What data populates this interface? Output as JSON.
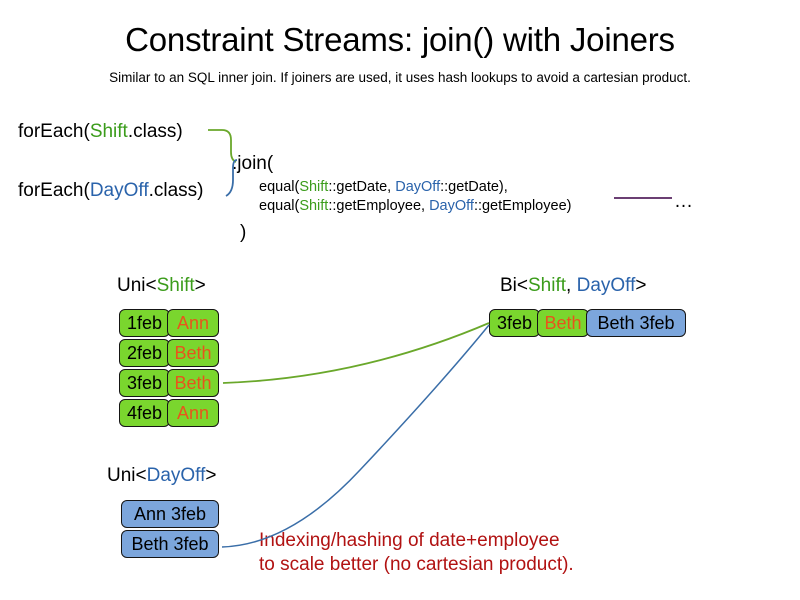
{
  "header": {
    "title": "Constraint Streams: join() with Joiners",
    "subtitle": "Similar to an SQL inner join. If joiners are used, it uses hash lookups to avoid a cartesian product."
  },
  "code": {
    "foreach_shift": {
      "prefix": "forEach(",
      "type": "Shift",
      "suffix": ".class)"
    },
    "foreach_dayoff": {
      "prefix": "forEach(",
      "type": "DayOff",
      "suffix": ".class)"
    },
    "join_open": ".join(",
    "join_close": ")",
    "joiners": [
      {
        "prefix": "equal(",
        "left_type": "Shift",
        "left_method": "::getDate, ",
        "right_type": "DayOff",
        "right_method": "::getDate),"
      },
      {
        "prefix": "equal(",
        "left_type": "Shift",
        "left_method": "::getEmployee, ",
        "right_type": "DayOff",
        "right_method": "::getEmployee)"
      }
    ],
    "ellipsis": "…"
  },
  "streams": {
    "uni_shift": {
      "label_prefix": "Uni<",
      "label_type": "Shift",
      "label_suffix": ">",
      "rows": [
        {
          "date": "1feb",
          "name": "Ann"
        },
        {
          "date": "2feb",
          "name": "Beth"
        },
        {
          "date": "3feb",
          "name": "Beth"
        },
        {
          "date": "4feb",
          "name": "Ann"
        }
      ]
    },
    "uni_dayoff": {
      "label_prefix": "Uni<",
      "label_type": "DayOff",
      "label_suffix": ">",
      "rows": [
        {
          "pair": "Ann 3feb"
        },
        {
          "pair": "Beth 3feb"
        }
      ]
    },
    "bi": {
      "label_prefix": "Bi<",
      "label_type_a": "Shift",
      "label_separator": ", ",
      "label_type_b": "DayOff",
      "label_suffix": ">",
      "rows": [
        {
          "date": "3feb",
          "name": "Beth",
          "pair": "Beth 3feb"
        }
      ]
    }
  },
  "annotation": {
    "line1": "Indexing/hashing of date+employee",
    "line2": "to scale better (no cartesian product)."
  },
  "colors": {
    "shift_green": "#3b9c1b",
    "dayoff_blue": "#2a63ab",
    "box_green_fill": "#7ad62e",
    "box_blue_fill": "#7ca6dc",
    "name_orange": "#e8551c",
    "annotation_red": "#b11212",
    "connector_green": "#6aa82b",
    "connector_blue": "#3a6ea8",
    "rule_purple": "#6b3f73"
  }
}
